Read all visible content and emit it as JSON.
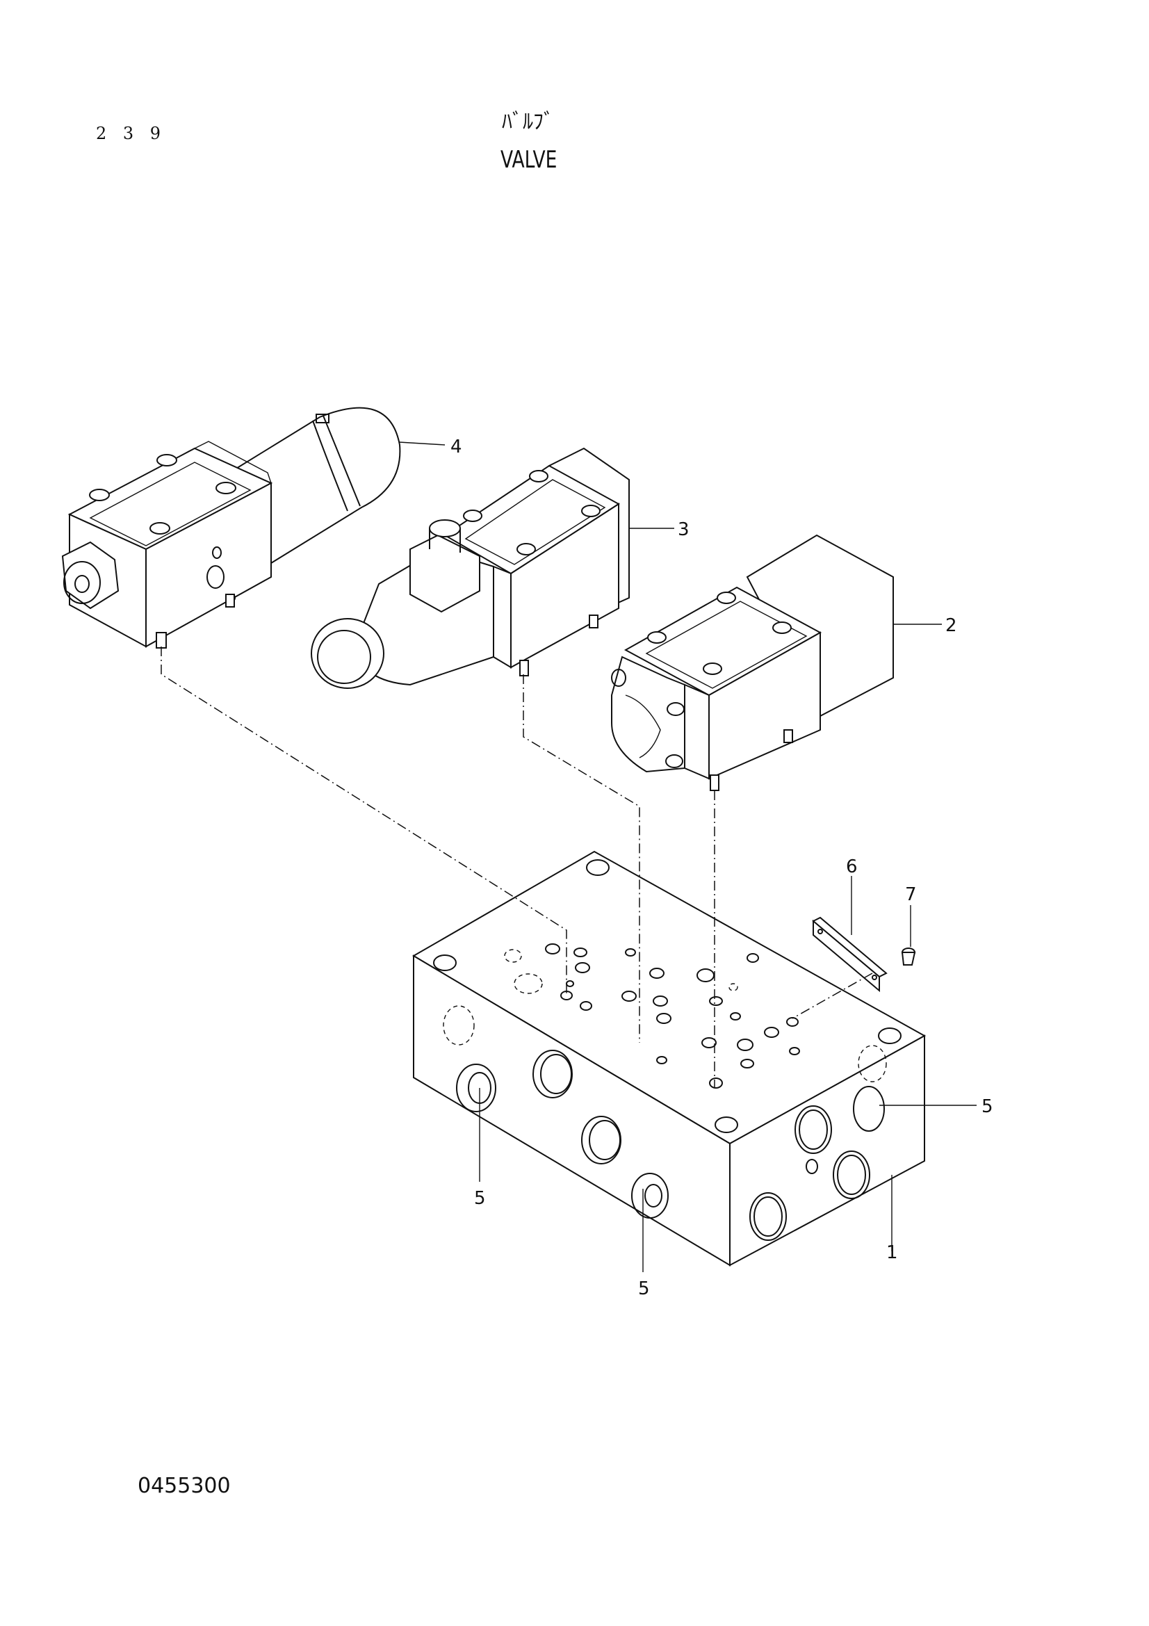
{
  "header": {
    "page_number": "2 3 9",
    "title_jp": "ﾊﾞﾙﾌﾞ",
    "title_en": "VALVE"
  },
  "callouts": {
    "c1": "1",
    "c2": "2",
    "c3": "3",
    "c4": "4",
    "c5a": "5",
    "c5b": "5",
    "c5c": "5",
    "c6": "6",
    "c7": "7"
  },
  "footer": {
    "doc_number": "0455300"
  }
}
